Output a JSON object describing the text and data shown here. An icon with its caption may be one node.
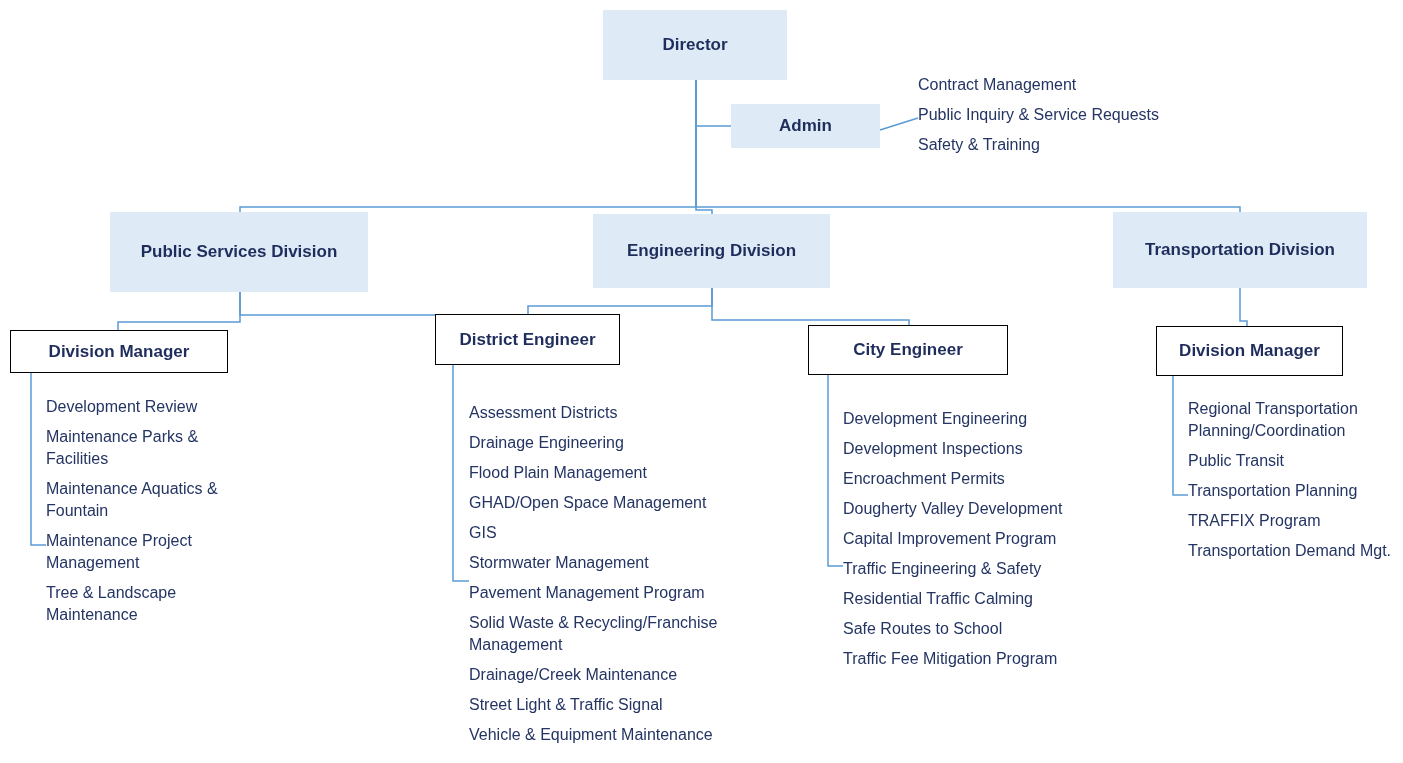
{
  "diagram": {
    "nodes": [
      {
        "text": [
          "Director"
        ]
      },
      {
        "text": [
          "Admin"
        ]
      },
      {
        "text": [
          "Contract Management",
          "Public Inquiry & Service Requests",
          "Safety & Training"
        ]
      },
      {
        "text": [
          "Public Services Division"
        ]
      },
      {
        "text": [
          "Engineering Division"
        ]
      },
      {
        "text": [
          "Transportation Division"
        ]
      },
      {
        "text": [
          "Division Manager"
        ]
      },
      {
        "text": [
          "District Engineer"
        ]
      },
      {
        "text": [
          "City Engineer"
        ]
      },
      {
        "text": [
          "Division Manager"
        ]
      },
      {
        "text": [
          "Development Review",
          "Maintenance Parks & Facilities",
          "Maintenance Aquatics & Fountain",
          "Maintenance Project Management",
          "Tree & Landscape Maintenance"
        ]
      },
      {
        "text": [
          "Assessment Districts",
          "Drainage Engineering",
          "Flood Plain Management",
          "GHAD/Open Space Management",
          "GIS",
          "Stormwater Management",
          "Pavement Management Program",
          "Solid Waste & Recycling/Franchise Management",
          "Drainage/Creek Maintenance",
          "Street Light & Traffic Signal",
          "Vehicle & Equipment Maintenance"
        ]
      },
      {
        "text": [
          "Development Engineering",
          "Development Inspections",
          "Encroachment Permits",
          "Dougherty Valley Development",
          "Capital Improvement Program",
          "Traffic Engineering & Safety",
          "Residential Traffic Calming",
          "Safe Routes to School",
          "Traffic Fee Mitigation Program"
        ]
      },
      {
        "text": [
          "Regional Transportation Planning/Coordination",
          "Public Transit",
          "Transportation Planning",
          "TRAFFIX Program",
          "Transportation Demand Mgt."
        ]
      }
    ],
    "edges": [
      {
        "from": 0,
        "to": 1,
        "arrow": "none"
      },
      {
        "from": 1,
        "to": 2,
        "arrow": "none"
      },
      {
        "from": 0,
        "to": 3,
        "arrow": "none"
      },
      {
        "from": 0,
        "to": 4,
        "arrow": "none"
      },
      {
        "from": 0,
        "to": 5,
        "arrow": "none"
      },
      {
        "from": 3,
        "to": 6,
        "arrow": "none"
      },
      {
        "from": 3,
        "to": 7,
        "arrow": "none"
      },
      {
        "from": 4,
        "to": 7,
        "arrow": "none"
      },
      {
        "from": 4,
        "to": 8,
        "arrow": "none"
      },
      {
        "from": 5,
        "to": 9,
        "arrow": "none"
      },
      {
        "from": 6,
        "to": 10,
        "arrow": "none"
      },
      {
        "from": 7,
        "to": 11,
        "arrow": "none"
      },
      {
        "from": 8,
        "to": 12,
        "arrow": "none"
      },
      {
        "from": 9,
        "to": 13,
        "arrow": "none"
      }
    ]
  }
}
